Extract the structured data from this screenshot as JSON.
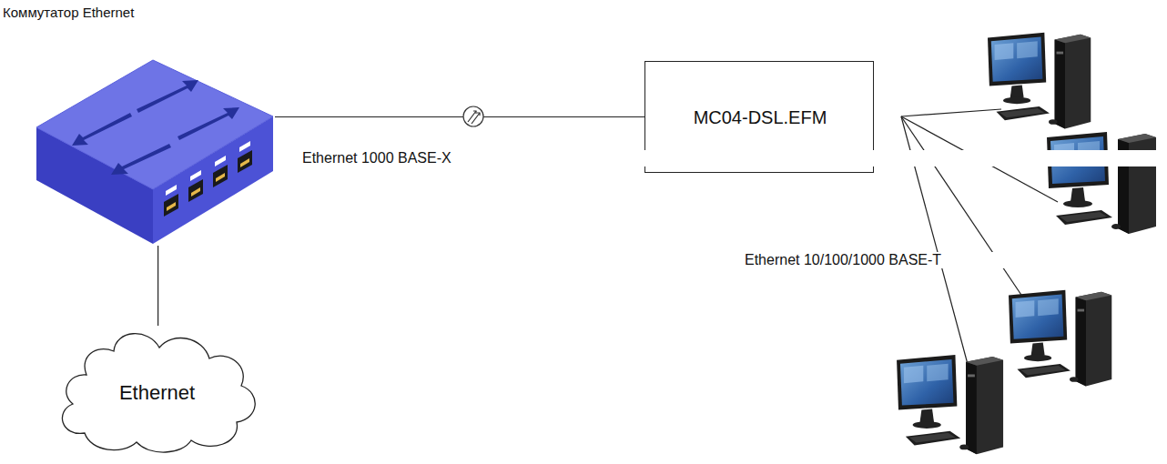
{
  "diagram": {
    "nodes": [
      {
        "text": [
          "Коммутатор Ethernet"
        ]
      },
      {
        "text": [
          "Ethernet"
        ]
      },
      {
        "text": [
          "MC04-DSL.EFM"
        ]
      }
    ],
    "edges": [
      {
        "from": 0,
        "to": 2,
        "arrow": "none",
        "label": "Ethernet 1000 BASE-X"
      },
      {
        "from": 0,
        "to": 1,
        "arrow": "none"
      }
    ],
    "labels": [
      "Ethernet 10/100/1000 BASE-T"
    ]
  }
}
